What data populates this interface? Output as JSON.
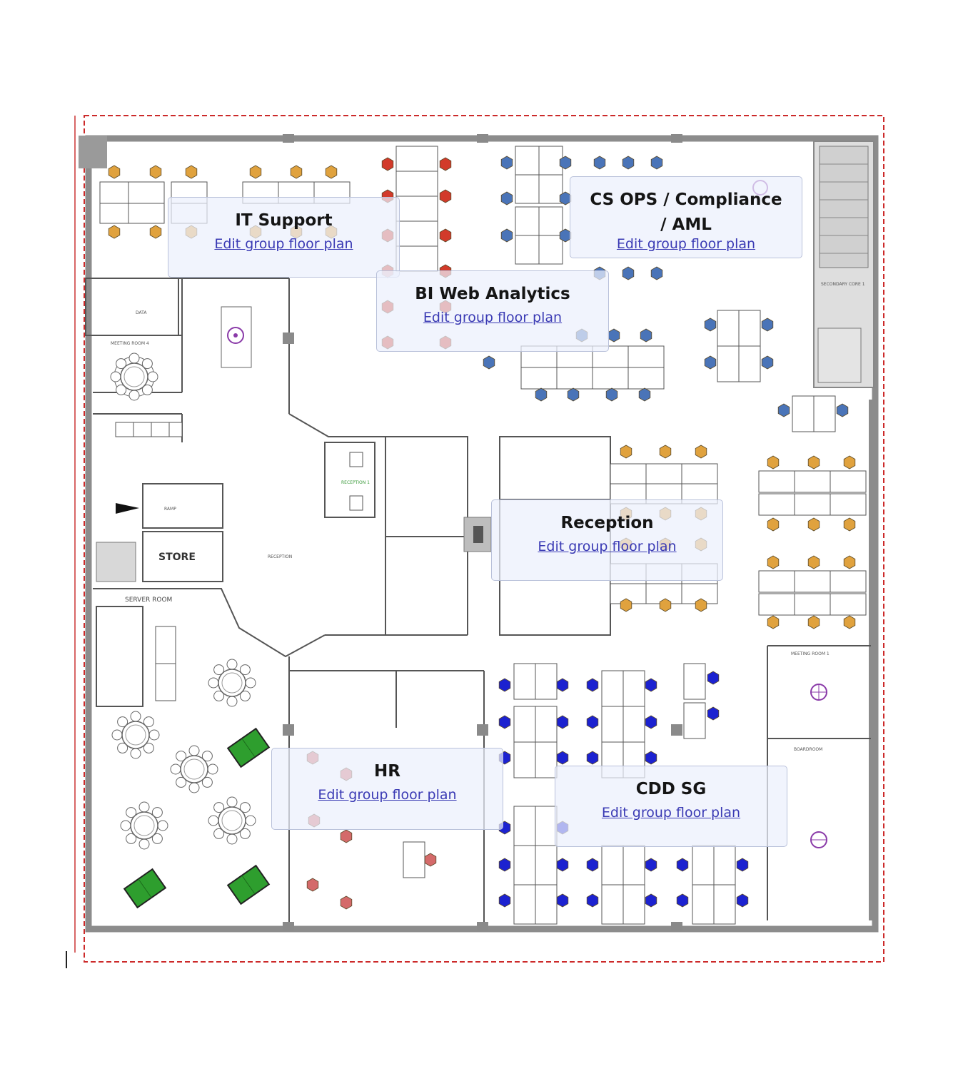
{
  "groups": [
    {
      "key": "it_support",
      "title": "IT Support",
      "link": "Edit group floor plan"
    },
    {
      "key": "cs_ops",
      "title": "CS OPS / Compliance / AML",
      "link": "Edit group floor plan"
    },
    {
      "key": "bi_web",
      "title": "BI Web Analytics",
      "link": "Edit group floor plan"
    },
    {
      "key": "reception",
      "title": "Reception",
      "link": "Edit group floor plan"
    },
    {
      "key": "hr",
      "title": "HR",
      "link": "Edit group floor plan"
    },
    {
      "key": "cdd_sg",
      "title": "CDD SG",
      "link": "Edit group floor plan"
    }
  ],
  "plan_labels": {
    "store": "STORE",
    "server_room": "SERVER ROOM",
    "reception_room": "RECEPTION",
    "reception_desk": "RECEPTION 1",
    "data": "DATA",
    "boardroom": "BOARDROOM",
    "meeting_room_1": "MEETING ROOM 1",
    "meeting_room_4": "MEETING ROOM 4",
    "secondary_core": "SECONDARY CORE 1",
    "ramp": "RAMP"
  },
  "colors": {
    "card_bg": "#eceffc",
    "link": "#3a3ab4",
    "boundary": "#cc2a2a",
    "wall": "#8c8c8c",
    "chair_orange": "#e0a23e",
    "chair_red": "#d23a2a",
    "chair_blue_light": "#4a74b8",
    "chair_blue": "#1c22d0",
    "chair_pink": "#d46a6a",
    "table_green": "#2e9e2e"
  },
  "icons": [
    "chair-icon",
    "desk-icon",
    "round-table-icon",
    "target-icon",
    "pool-table-icon",
    "door-icon"
  ]
}
